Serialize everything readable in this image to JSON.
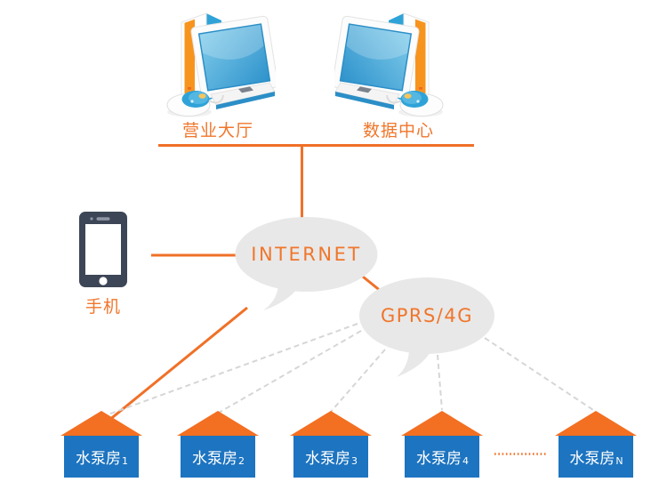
{
  "diagram_type": "network-architecture",
  "nodes": {
    "business_hall": {
      "label": "营业大厅"
    },
    "data_center": {
      "label": "数据中心"
    },
    "phone": {
      "label": "手机"
    },
    "internet_cloud": {
      "label": "INTERNET"
    },
    "gprs_cloud": {
      "label": "GPRS/4G"
    }
  },
  "pump_houses": [
    {
      "name": "水泵房",
      "sub": "1"
    },
    {
      "name": "水泵房",
      "sub": "2"
    },
    {
      "name": "水泵房",
      "sub": "3"
    },
    {
      "name": "水泵房",
      "sub": "4"
    },
    {
      "name": "水泵房",
      "sub": "N"
    }
  ],
  "icons": {
    "business_hall": "desktop-computer-icon",
    "data_center": "desktop-computer-icon",
    "phone": "smartphone-icon",
    "internet": "speech-bubble-cloud-icon",
    "gprs": "speech-bubble-cloud-icon",
    "pump_house": "house-icon"
  },
  "connections": [
    {
      "from": "business_hall",
      "to": "bus",
      "style": "solid-orange"
    },
    {
      "from": "data_center",
      "to": "bus",
      "style": "solid-orange"
    },
    {
      "from": "bus",
      "to": "internet_cloud",
      "style": "solid-orange"
    },
    {
      "from": "phone",
      "to": "internet_cloud",
      "style": "solid-orange"
    },
    {
      "from": "internet_cloud",
      "to": "gprs_cloud",
      "style": "solid-orange"
    },
    {
      "from": "internet_cloud",
      "to": "pump_house_1",
      "style": "solid-orange"
    },
    {
      "from": "gprs_cloud",
      "to": "pump_house_1",
      "style": "dashed-gray"
    },
    {
      "from": "gprs_cloud",
      "to": "pump_house_2",
      "style": "dashed-gray"
    },
    {
      "from": "gprs_cloud",
      "to": "pump_house_3",
      "style": "dashed-gray"
    },
    {
      "from": "gprs_cloud",
      "to": "pump_house_4",
      "style": "dashed-gray"
    },
    {
      "from": "gprs_cloud",
      "to": "pump_house_N",
      "style": "dashed-gray"
    },
    {
      "from": "pump_house_4",
      "to": "pump_house_N",
      "style": "dotted-orange-ellipsis"
    }
  ],
  "colors": {
    "accent_orange": "#F07027",
    "label_orange": "#F0762B",
    "cloud_gray": "#E8E8E8",
    "dashed_line_gray": "#D6D6D6",
    "house_body_blue": "#1D74C0",
    "house_roof_orange": "#F36F21",
    "phone_body_dark": "#3D4656",
    "screen_blue": "#2F93CC"
  }
}
